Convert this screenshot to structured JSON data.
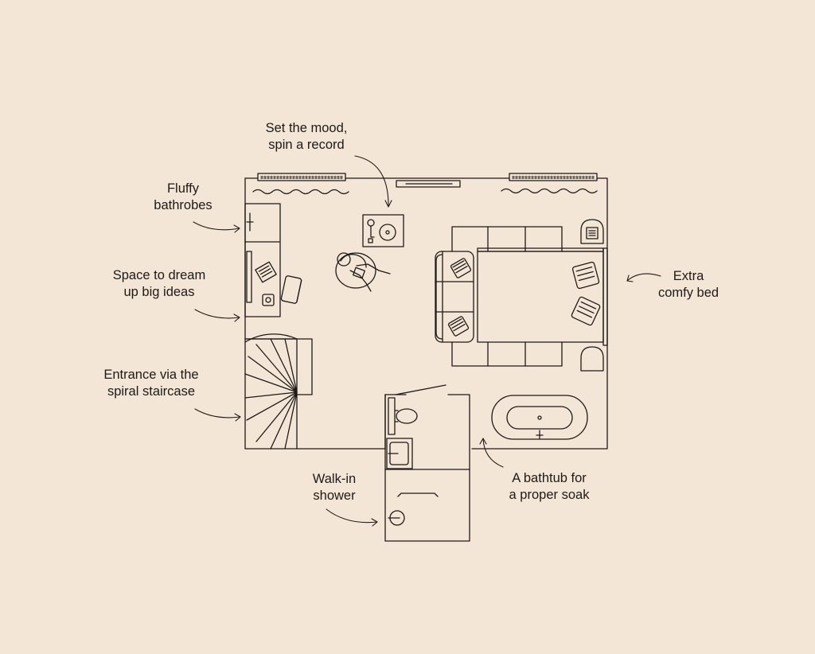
{
  "colors": {
    "background": "#f4e6d7",
    "line": "#1e1a17"
  },
  "annotations": {
    "record": {
      "line1": "Set the mood,",
      "line2": "spin a record"
    },
    "bathrobes": {
      "line1": "Fluffy",
      "line2": "bathrobes"
    },
    "desk": {
      "line1": "Space to dream",
      "line2": "up big ideas"
    },
    "staircase": {
      "line1": "Entrance via the",
      "line2": "spiral staircase"
    },
    "shower": {
      "line1": "Walk-in",
      "line2": "shower"
    },
    "bathtub": {
      "line1": "A bathtub for",
      "line2": "a proper soak"
    },
    "bed": {
      "line1": "Extra",
      "line2": "comfy bed"
    }
  },
  "icons": [
    "turntable-icon",
    "armchair-person-icon",
    "bed-icon",
    "pillow-icon",
    "sofa-icon",
    "nightstand-icon",
    "bathtub-icon",
    "toilet-icon",
    "sink-icon",
    "shower-head-icon",
    "laptop-icon",
    "desk-chair-icon",
    "spiral-staircase-icon",
    "radiator-icon",
    "curtain-icon",
    "arrow-icon"
  ]
}
